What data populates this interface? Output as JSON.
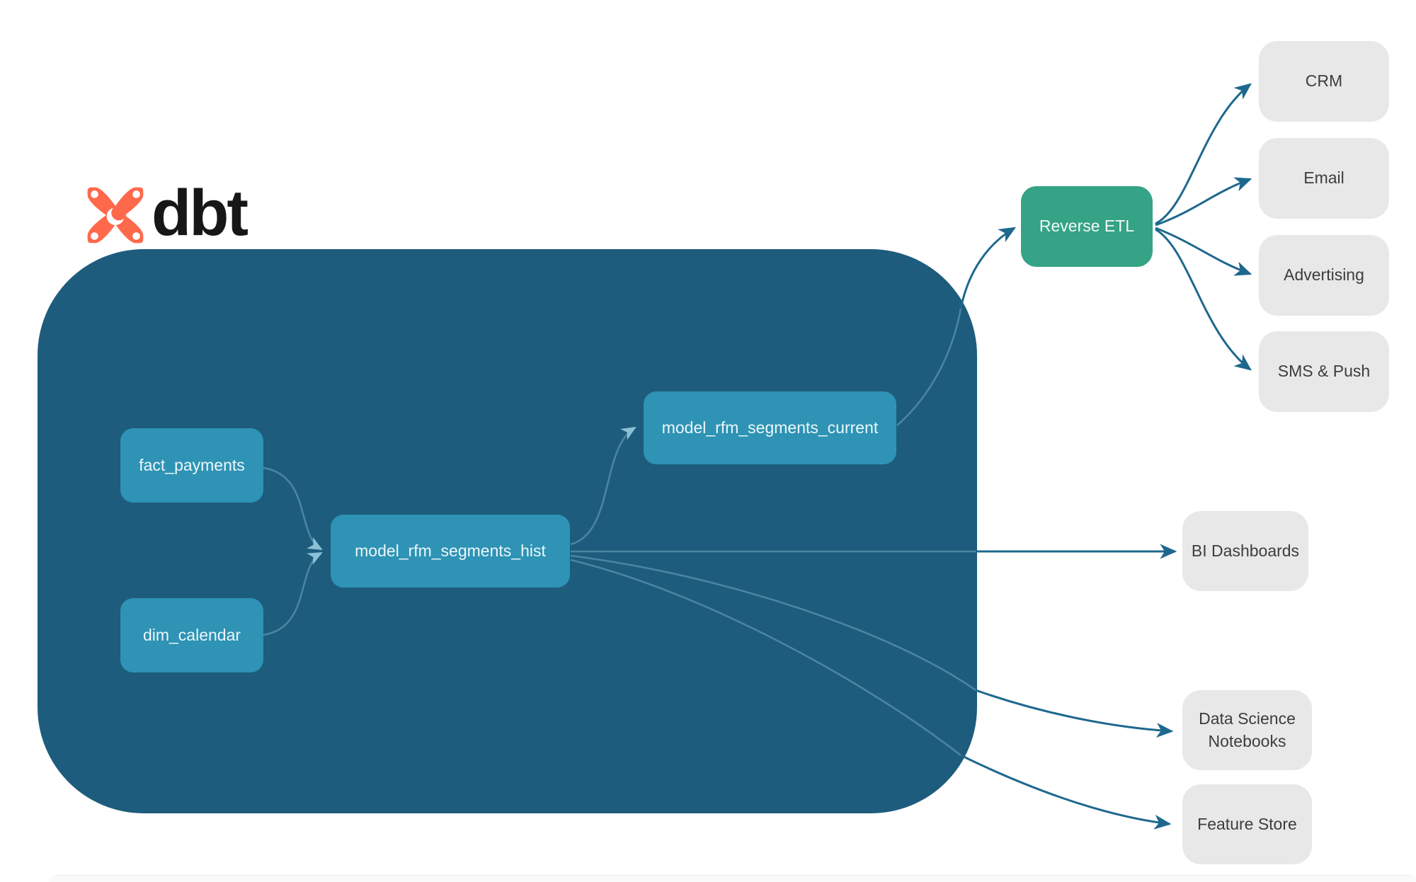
{
  "logo": {
    "text": "dbt",
    "icon": "dbt-supernova-icon",
    "icon_color": "#FF694B",
    "text_color": "#171717"
  },
  "warehouse": {
    "name": "dbt warehouse container",
    "background_color": "#1D5C7C",
    "node_color": "#2E93B4",
    "nodes": [
      {
        "id": "fact_payments",
        "label": "fact_payments"
      },
      {
        "id": "dim_calendar",
        "label": "dim_calendar"
      },
      {
        "id": "model_rfm_segments_hist",
        "label": "model_rfm_segments_hist"
      },
      {
        "id": "model_rfm_segments_current",
        "label": "model_rfm_segments_current"
      }
    ]
  },
  "reverse_etl": {
    "label": "Reverse ETL",
    "color": "#35A385"
  },
  "destinations": {
    "box_color": "#E8E8E8",
    "text_color": "#3D3D3D",
    "items": [
      {
        "id": "crm",
        "label": "CRM"
      },
      {
        "id": "email",
        "label": "Email"
      },
      {
        "id": "advertising",
        "label": "Advertising"
      },
      {
        "id": "sms_push",
        "label": "SMS & Push"
      },
      {
        "id": "bi_dashboards",
        "label": "BI Dashboards"
      },
      {
        "id": "data_science_notebooks",
        "label": "Data Science Notebooks"
      },
      {
        "id": "feature_store",
        "label": "Feature Store"
      }
    ]
  },
  "edges": {
    "color_outside": "#1E688E",
    "color_inside": "#6FA7C0",
    "list": [
      {
        "from": "fact_payments",
        "to": "model_rfm_segments_hist"
      },
      {
        "from": "dim_calendar",
        "to": "model_rfm_segments_hist"
      },
      {
        "from": "model_rfm_segments_hist",
        "to": "model_rfm_segments_current"
      },
      {
        "from": "model_rfm_segments_current",
        "to": "reverse_etl"
      },
      {
        "from": "reverse_etl",
        "to": "crm"
      },
      {
        "from": "reverse_etl",
        "to": "email"
      },
      {
        "from": "reverse_etl",
        "to": "advertising"
      },
      {
        "from": "reverse_etl",
        "to": "sms_push"
      },
      {
        "from": "model_rfm_segments_hist",
        "to": "bi_dashboards"
      },
      {
        "from": "model_rfm_segments_hist",
        "to": "data_science_notebooks"
      },
      {
        "from": "model_rfm_segments_hist",
        "to": "feature_store"
      }
    ]
  }
}
